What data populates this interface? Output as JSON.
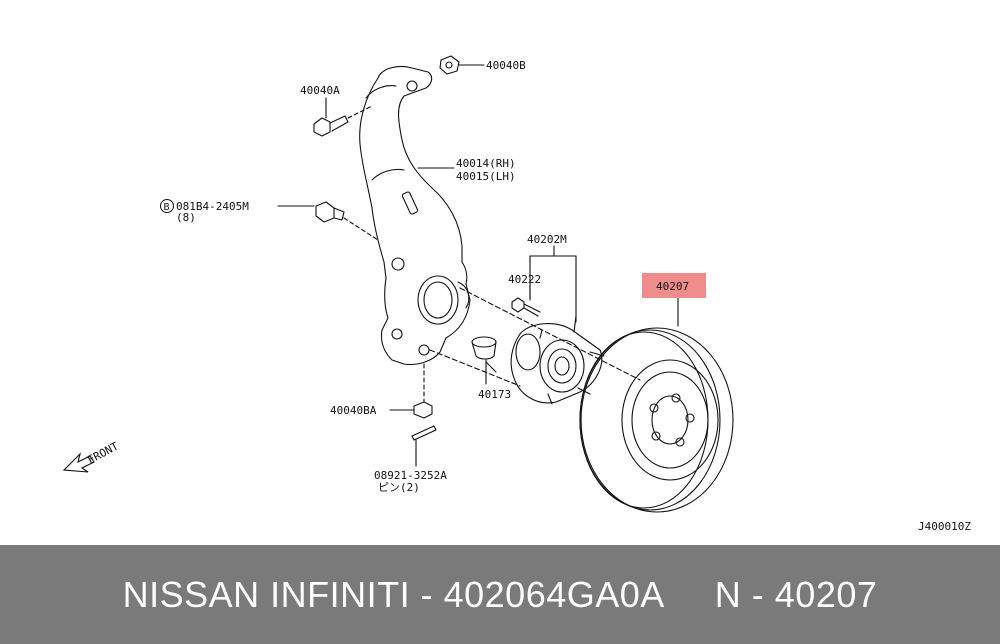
{
  "diagram": {
    "labels": {
      "nut_b": "40040B",
      "bolt_a": "40040A",
      "knuckle_rh": "40014(RH)",
      "knuckle_lh": "40015(LH)",
      "bolt_part": "081B4-2405M",
      "bolt_qty": "(8)",
      "bolt_circle_letter": "B",
      "hub_assembly": "40202M",
      "hub_bolt": "40222",
      "rotor": "40207",
      "cap": "40173",
      "nut_ba": "40040BA",
      "pin_part": "08921-3252A",
      "pin_qty": "ピン(2)",
      "front": "FRONT",
      "diagram_id": "J400010Z"
    },
    "highlight_color": "#f08c8c"
  },
  "footer": {
    "brand": "NISSAN  INFINITI - 402064GA0A",
    "part_ref": "N - 40207"
  }
}
